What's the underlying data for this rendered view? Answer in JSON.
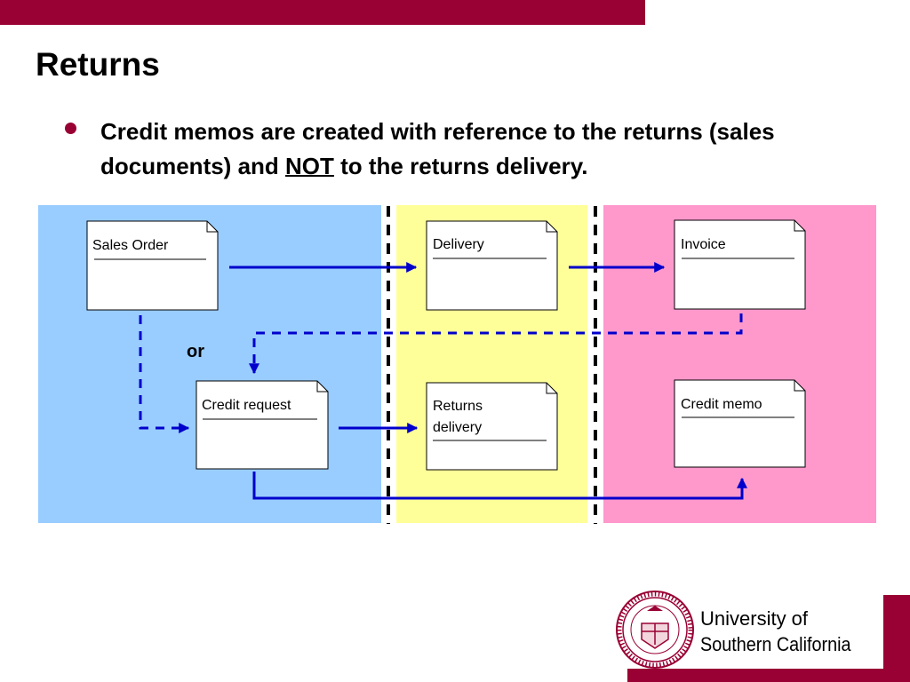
{
  "title": "Returns",
  "bullet": {
    "text_before": "Credit memos are created with reference to the returns (sales documents) and ",
    "emphasis": "NOT",
    "text_after": " to the returns delivery."
  },
  "diagram": {
    "zone_colors": {
      "sales": "#99ccff",
      "shipping": "#ffff99",
      "billing": "#ff99cc"
    },
    "documents": {
      "sales_order": "Sales Order",
      "delivery": "Delivery",
      "invoice": "Invoice",
      "credit_request": "Credit request",
      "returns_delivery_line1": "Returns",
      "returns_delivery_line2": "delivery",
      "credit_memo": "Credit memo"
    },
    "or_label": "or",
    "arrow_color": "#0000cc"
  },
  "footer": {
    "university_line1": "University of",
    "university_line2": "Southern California",
    "brand_color": "#990033"
  }
}
